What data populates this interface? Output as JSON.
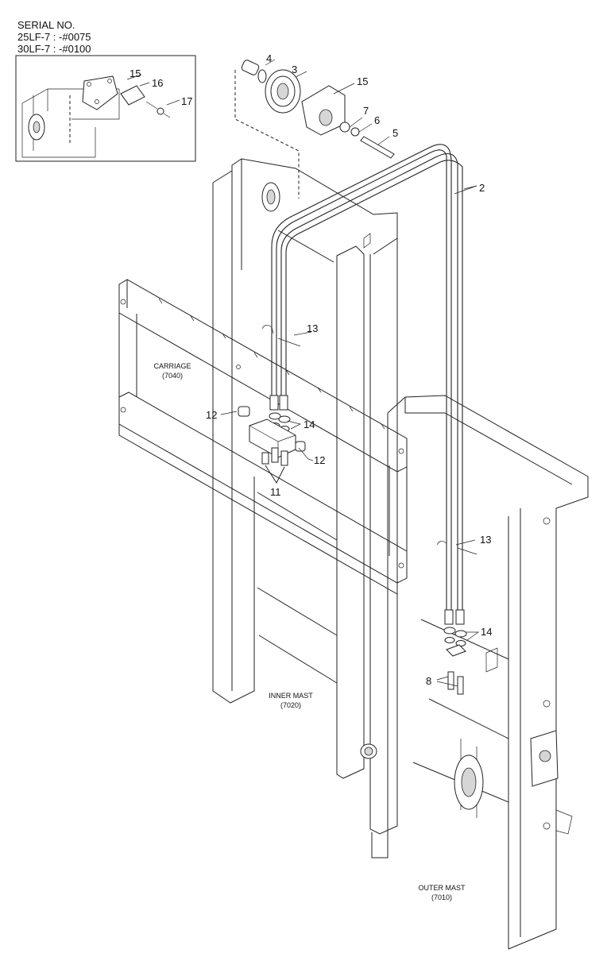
{
  "serial": {
    "heading": "SERIAL NO.",
    "line1": "25LF-7 : -#0075",
    "line2": "30LF-7 : -#0100"
  },
  "callouts": {
    "c2": "2",
    "c3": "3",
    "c4": "4",
    "c5": "5",
    "c6": "6",
    "c7": "7",
    "c8": "8",
    "c11": "11",
    "c12a": "12",
    "c12b": "12",
    "c13a": "13",
    "c13b": "13",
    "c14a": "14",
    "c14b": "14",
    "c15a": "15",
    "c15b": "15",
    "c16": "16",
    "c17": "17"
  },
  "assemblies": {
    "carriage": {
      "name": "CARRIAGE",
      "code": "(7040)"
    },
    "inner_mast": {
      "name": "INNER MAST",
      "code": "(7020)"
    },
    "outer_mast": {
      "name": "OUTER MAST",
      "code": "(7010)"
    }
  }
}
